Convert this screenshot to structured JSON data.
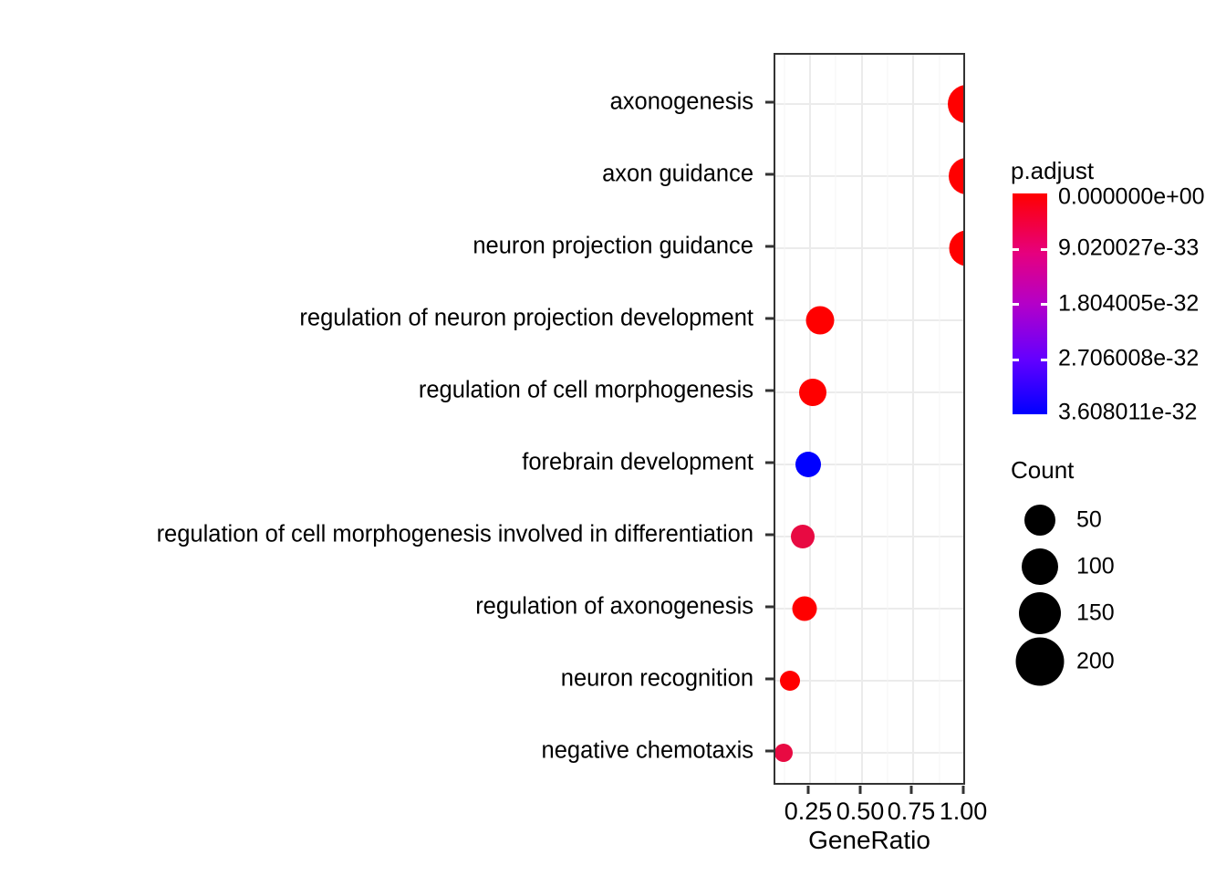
{
  "chart_data": {
    "type": "scatter",
    "title": "",
    "xlabel": "GeneRatio",
    "ylabel": "",
    "xlim": [
      0.155,
      1.035
    ],
    "xticks": [
      0.25,
      0.5,
      0.75,
      1.0
    ],
    "xticklabels": [
      "0.25",
      "0.50",
      "0.75",
      "1.00"
    ],
    "grid": true,
    "categories": [
      "axonogenesis",
      "axon guidance",
      "neuron projection guidance",
      "regulation of neuron projection development",
      "regulation of cell morphogenesis",
      "forebrain development",
      "regulation of cell morphogenesis involved in differentiation",
      "regulation of axonogenesis",
      "neuron recognition",
      "negative chemotaxis"
    ],
    "points": [
      {
        "term": "axonogenesis",
        "gene_ratio": 1.0,
        "count": 225,
        "p_adjust": "0.000000e+00",
        "color": "#ff0000",
        "radius": 21
      },
      {
        "term": "axon guidance",
        "gene_ratio": 1.0,
        "count": 205,
        "p_adjust": "0.000000e+00",
        "color": "#ff0000",
        "radius": 20
      },
      {
        "term": "neuron projection guidance",
        "gene_ratio": 1.0,
        "count": 196,
        "p_adjust": "0.000000e+00",
        "color": "#ff0000",
        "radius": 19.5
      },
      {
        "term": "regulation of neuron projection development",
        "gene_ratio": 0.275,
        "count": 128,
        "p_adjust": "0.000000e+00",
        "color": "#ff0000",
        "radius": 15.5
      },
      {
        "term": "regulation of cell morphogenesis",
        "gene_ratio": 0.285,
        "count": 118,
        "p_adjust": "0.000000e+00",
        "color": "#ff0000",
        "radius": 15
      },
      {
        "term": "forebrain development",
        "gene_ratio": 0.265,
        "count": 106,
        "p_adjust": "3.608011e-32",
        "color": "#0000ff",
        "radius": 14
      },
      {
        "term": "regulation of cell morphogenesis involved in differentiation",
        "gene_ratio": 0.255,
        "count": 96,
        "p_adjust": "4.510014e-33",
        "color": "#e80a42",
        "radius": 13
      },
      {
        "term": "regulation of axonogenesis",
        "gene_ratio": 0.255,
        "count": 104,
        "p_adjust": "0.000000e+00",
        "color": "#ff0000",
        "radius": 13.5
      },
      {
        "term": "neuron recognition",
        "gene_ratio": 0.205,
        "count": 64,
        "p_adjust": "0.000000e+00",
        "color": "#ff0000",
        "radius": 11
      },
      {
        "term": "negative chemotaxis",
        "gene_ratio": 0.185,
        "count": 52,
        "p_adjust": "4.510014e-33",
        "color": "#e80a42",
        "radius": 10
      }
    ],
    "legends": {
      "color": {
        "title": "p.adjust",
        "labels": [
          "0.000000e+00",
          "9.020027e-33",
          "1.804005e-32",
          "2.706008e-32",
          "3.608011e-32"
        ],
        "gradient_top_color": "#ff0000",
        "gradient_bottom_color": "#0000ff",
        "position": "right"
      },
      "size": {
        "title": "Count",
        "labels": [
          "50",
          "100",
          "150",
          "200"
        ],
        "values": [
          50,
          100,
          150,
          200
        ],
        "key_radii": [
          13,
          16,
          19,
          22
        ],
        "key_color": "#000000",
        "position": "right"
      }
    }
  }
}
